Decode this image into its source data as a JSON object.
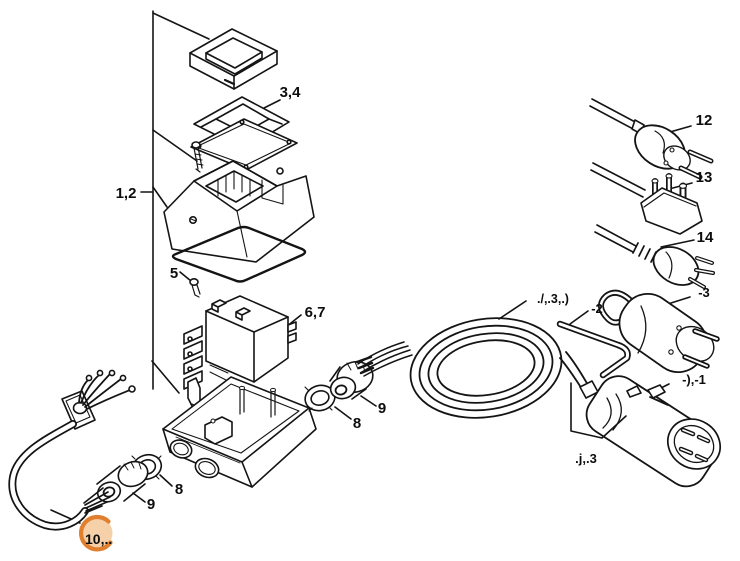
{
  "diagram": {
    "background": "#ffffff",
    "line_color": "#141414",
    "highlight": {
      "stroke_color": "#e07f2e",
      "fill_color": "#f6d0a8",
      "label": "10,.."
    },
    "labels": [
      {
        "id": "part-1-2",
        "text": "1,2"
      },
      {
        "id": "part-3-4",
        "text": "3,4"
      },
      {
        "id": "part-5",
        "text": "5"
      },
      {
        "id": "part-6-7",
        "text": "6,7"
      },
      {
        "id": "part-8-mid",
        "text": "8"
      },
      {
        "id": "part-9-mid",
        "text": "9"
      },
      {
        "id": "part-8-left",
        "text": "8"
      },
      {
        "id": "part-9-left",
        "text": "9"
      },
      {
        "id": "part-12",
        "text": "12"
      },
      {
        "id": "part-13",
        "text": "13"
      },
      {
        "id": "part-14",
        "text": "14"
      },
      {
        "id": "garbled-coil",
        "text": "./,.3,.)"
      },
      {
        "id": "garbled-rod",
        "text": "-2"
      },
      {
        "id": "garbled-schuko",
        "text": "-3"
      },
      {
        "id": "garbled-cee",
        "text": "-),-1"
      },
      {
        "id": "garbled-bracket",
        "text": ".j,.3"
      }
    ]
  }
}
